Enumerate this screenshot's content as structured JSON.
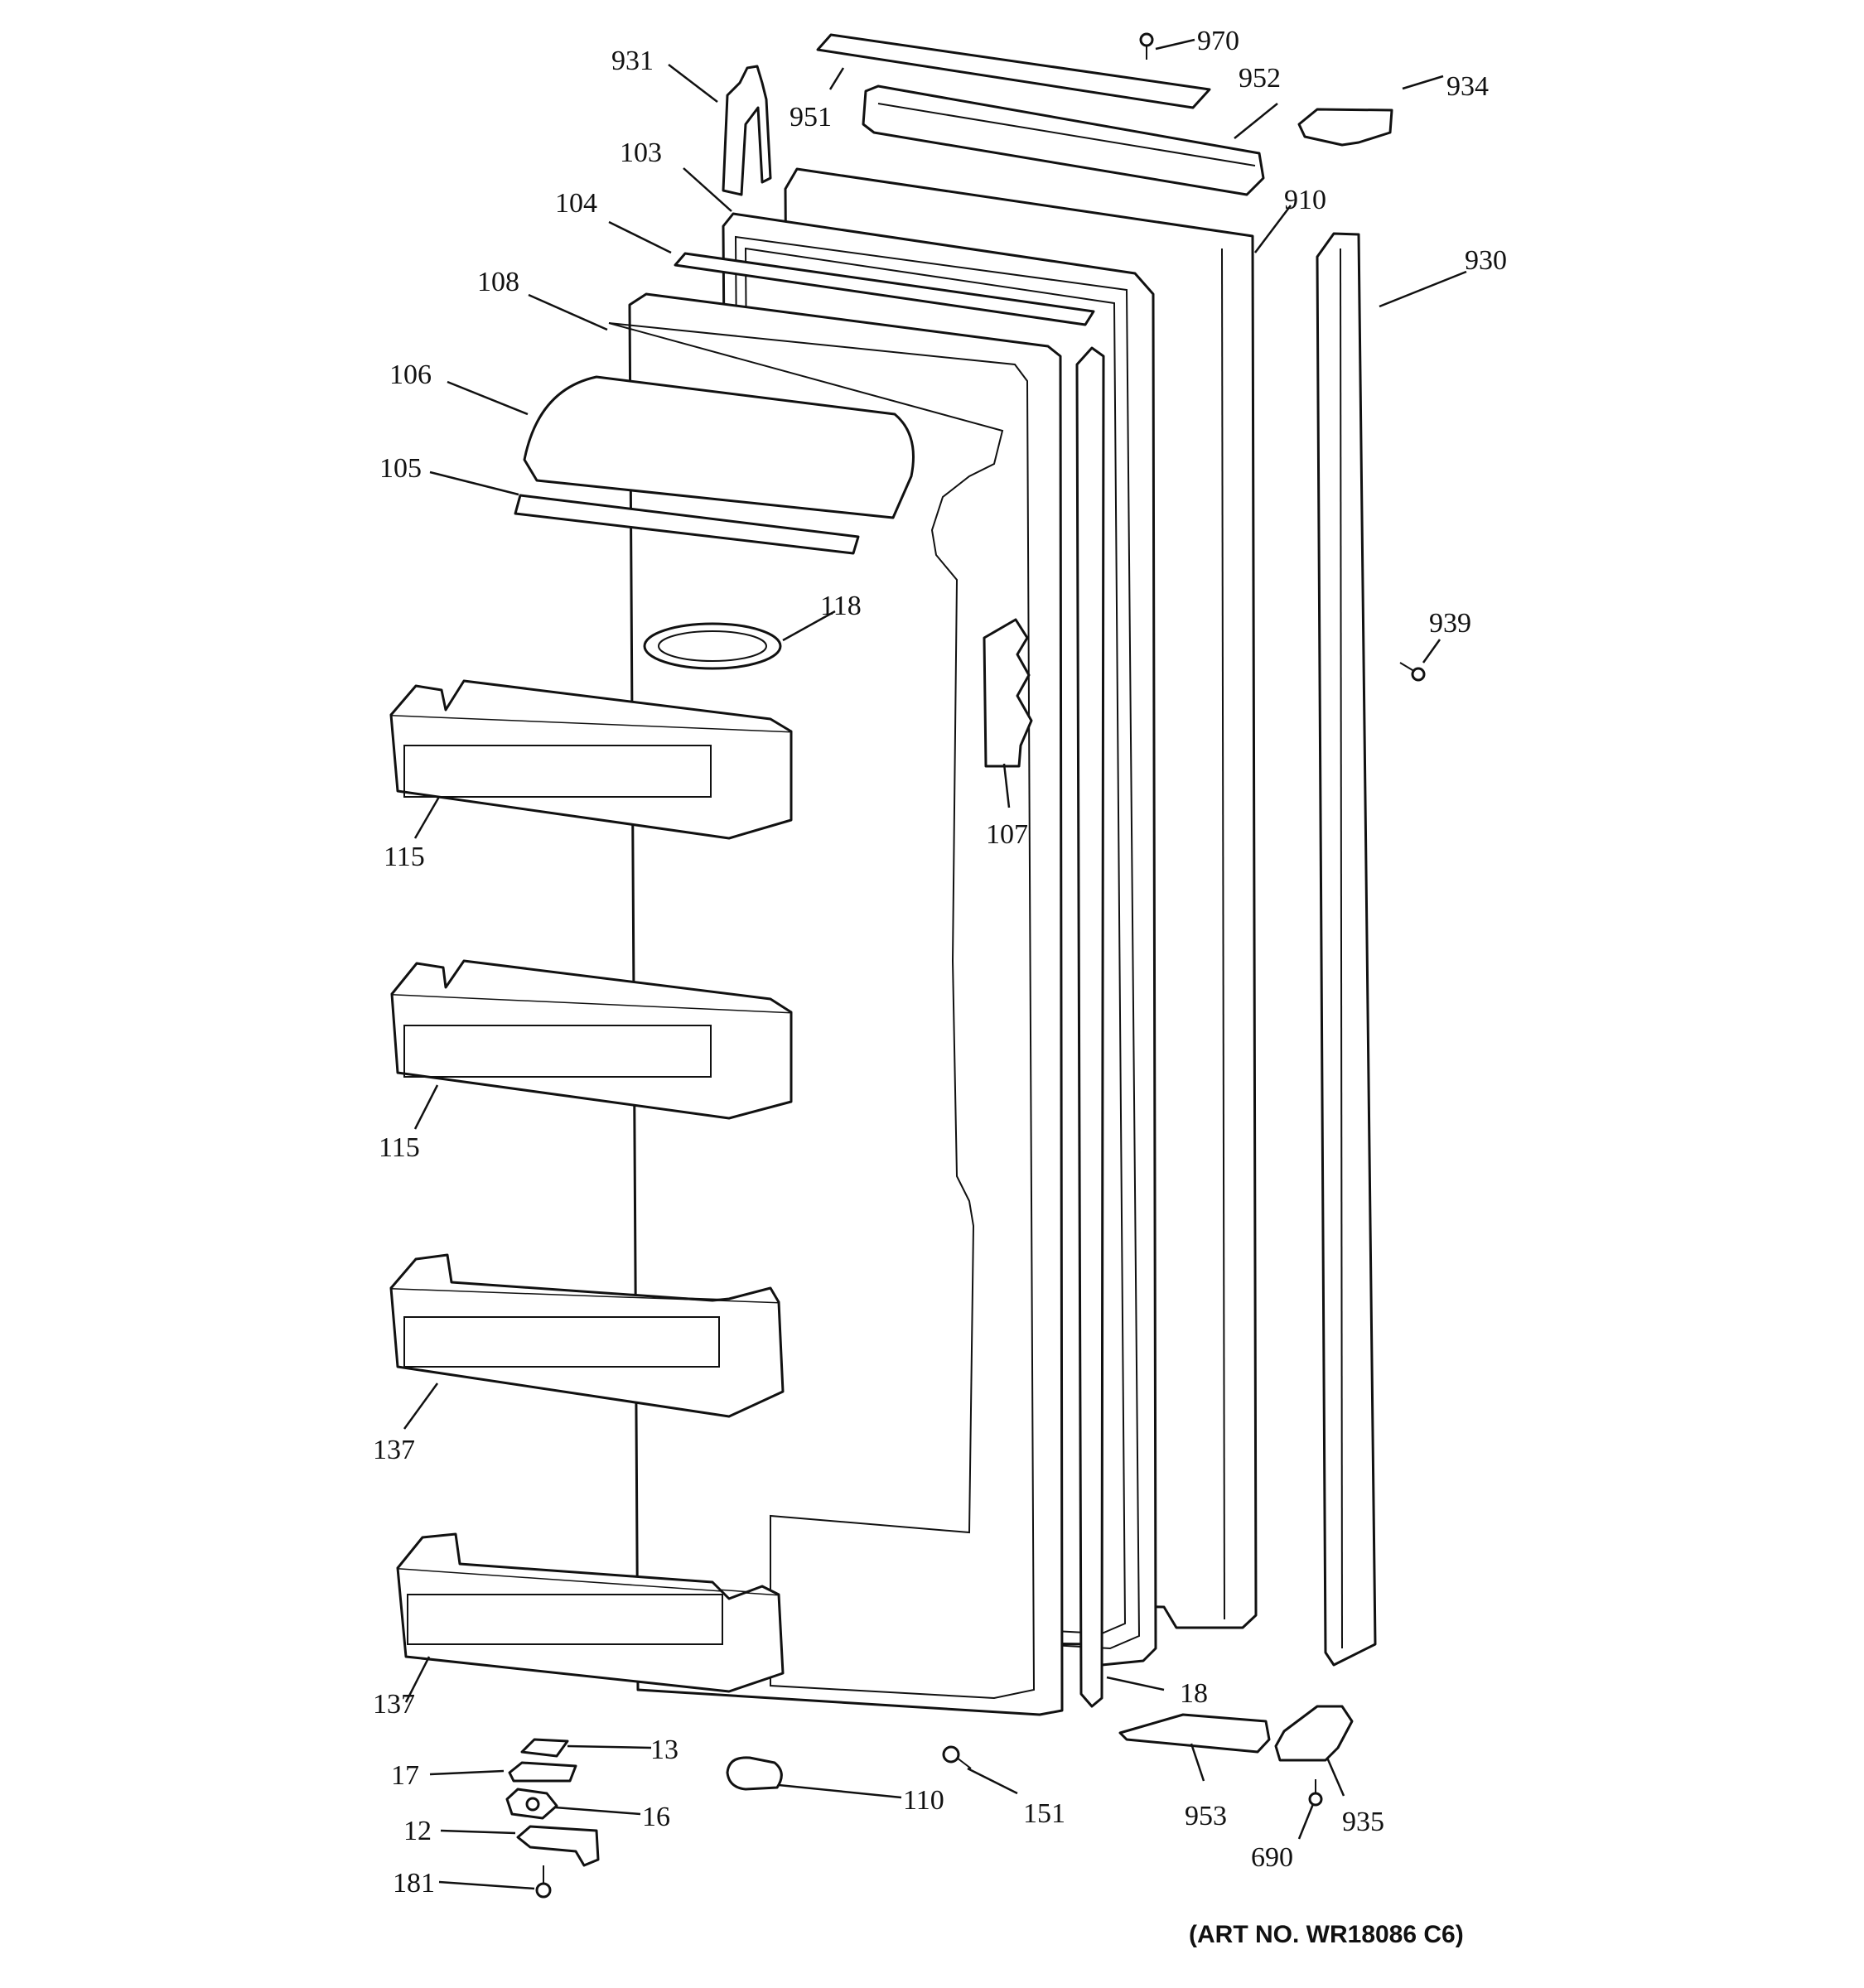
{
  "callouts": [
    {
      "id": "931",
      "label": "931"
    },
    {
      "id": "951",
      "label": "951"
    },
    {
      "id": "970",
      "label": "970"
    },
    {
      "id": "952",
      "label": "952"
    },
    {
      "id": "934",
      "label": "934"
    },
    {
      "id": "103",
      "label": "103"
    },
    {
      "id": "104",
      "label": "104"
    },
    {
      "id": "108",
      "label": "108"
    },
    {
      "id": "910",
      "label": "910"
    },
    {
      "id": "930",
      "label": "930"
    },
    {
      "id": "106",
      "label": "106"
    },
    {
      "id": "105",
      "label": "105"
    },
    {
      "id": "118",
      "label": "118"
    },
    {
      "id": "939",
      "label": "939"
    },
    {
      "id": "115a",
      "label": "115"
    },
    {
      "id": "107",
      "label": "107"
    },
    {
      "id": "115b",
      "label": "115"
    },
    {
      "id": "137a",
      "label": "137"
    },
    {
      "id": "137b",
      "label": "137"
    },
    {
      "id": "18",
      "label": "18"
    },
    {
      "id": "13",
      "label": "13"
    },
    {
      "id": "17",
      "label": "17"
    },
    {
      "id": "16",
      "label": "16"
    },
    {
      "id": "12",
      "label": "12"
    },
    {
      "id": "110",
      "label": "110"
    },
    {
      "id": "151",
      "label": "151"
    },
    {
      "id": "953",
      "label": "953"
    },
    {
      "id": "935",
      "label": "935"
    },
    {
      "id": "690",
      "label": "690"
    },
    {
      "id": "181",
      "label": "181"
    }
  ],
  "art_number": "(ART NO. WR18086 C6)"
}
